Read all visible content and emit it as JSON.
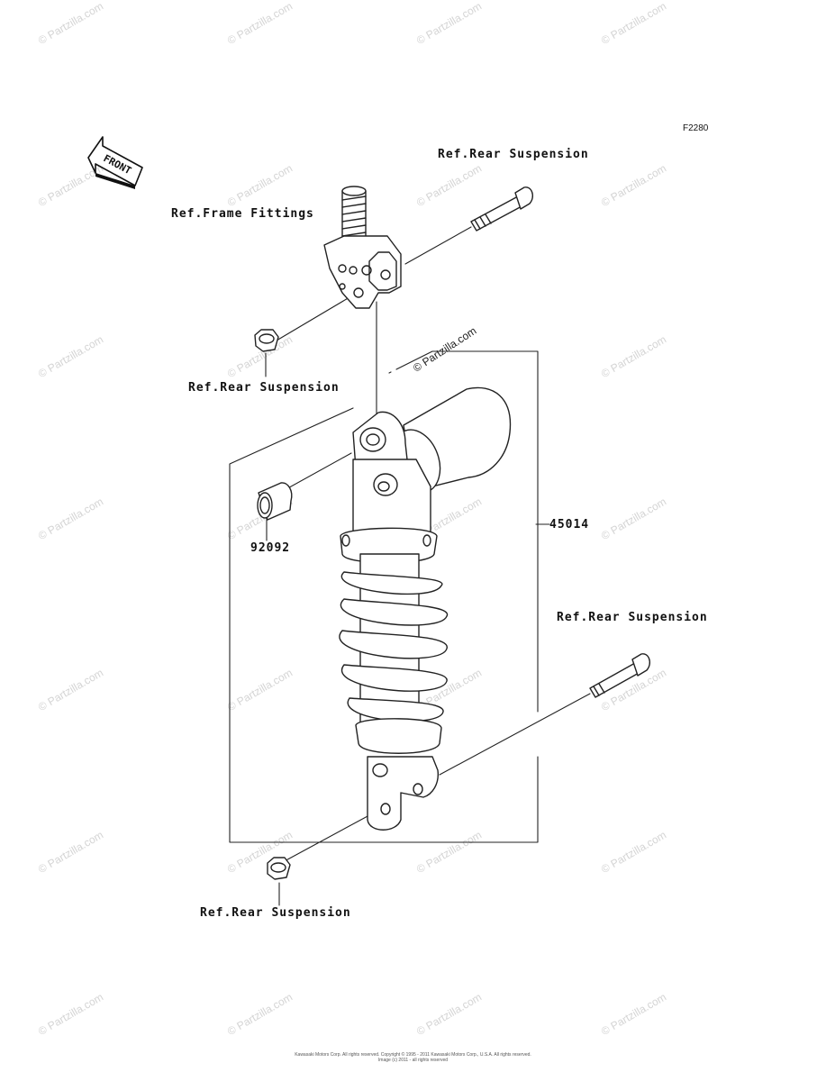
{
  "diagram_code": "F2280",
  "labels": {
    "ref_rear_suspension_top": "Ref.Rear Suspension",
    "ref_frame_fittings": "Ref.Frame Fittings",
    "ref_rear_suspension_left": "Ref.Rear Suspension",
    "part_92092": "92092",
    "part_45014": "45014",
    "ref_rear_suspension_right": "Ref.Rear Suspension",
    "ref_rear_suspension_bottom": "Ref.Rear Suspension"
  },
  "front_arrow": "FRONT",
  "watermark": "© Partzilla.com",
  "footer": {
    "line1": "Kawasaki Motors Corp. All rights reserved. Copyright © 1995 - 2011 Kawasaki Motors Corp., U.S.A. All rights reserved.",
    "line2": "Image (c) 2011 - all rights reserved"
  }
}
